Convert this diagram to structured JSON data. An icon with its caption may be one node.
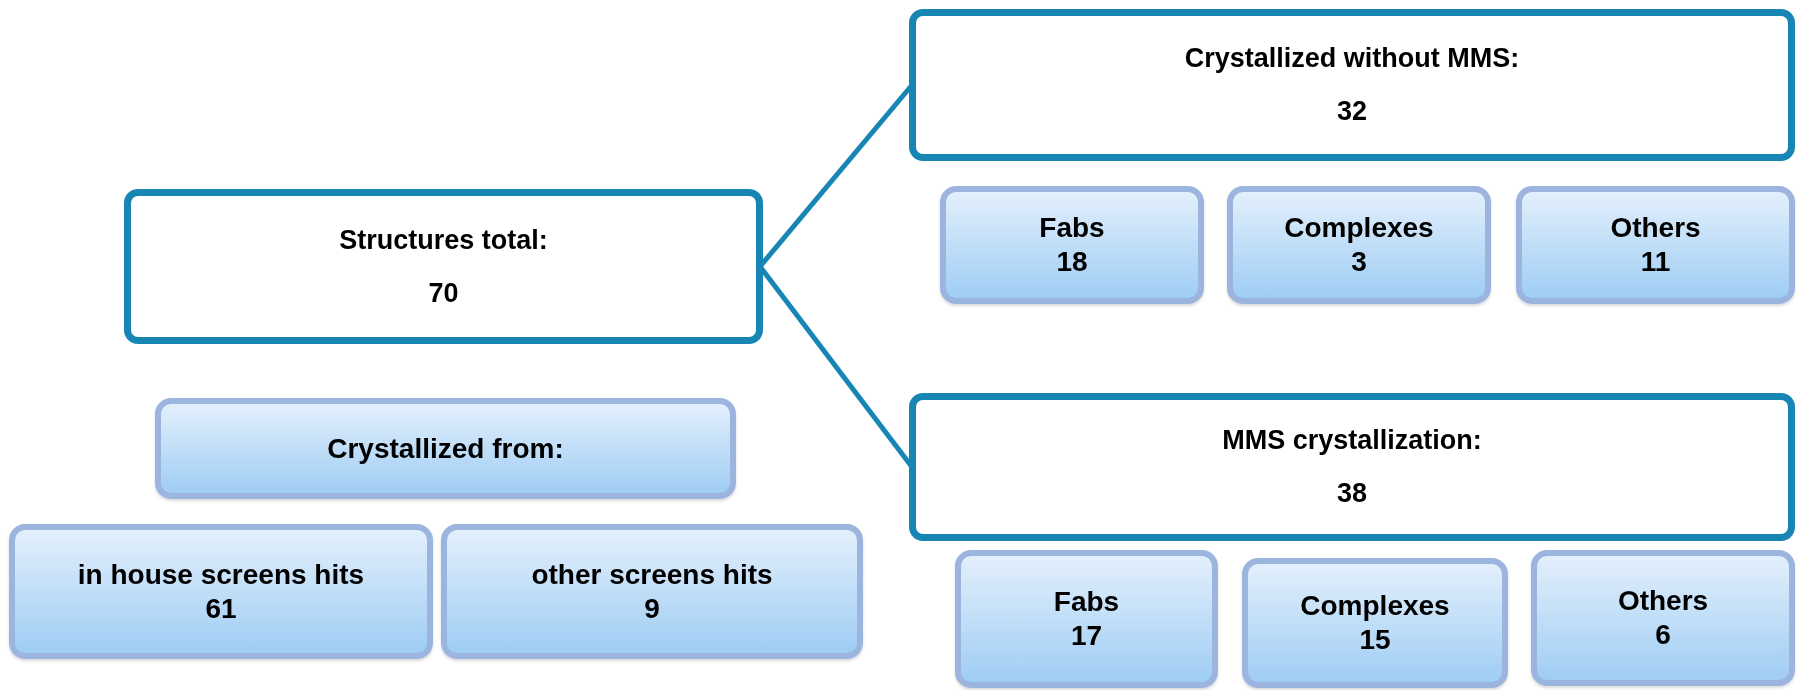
{
  "diagram": {
    "nodes": [
      {
        "text": [
          "Structures total:",
          "70"
        ]
      },
      {
        "text": [
          "Crystallized without MMS:",
          "32"
        ]
      },
      {
        "text": [
          "Fabs",
          "18"
        ]
      },
      {
        "text": [
          "Complexes",
          "3"
        ]
      },
      {
        "text": [
          "Others",
          "11"
        ]
      },
      {
        "text": [
          "MMS crystallization:",
          "38"
        ]
      },
      {
        "text": [
          "Fabs",
          "17"
        ]
      },
      {
        "text": [
          "Complexes",
          "15"
        ]
      },
      {
        "text": [
          "Others",
          "6"
        ]
      },
      {
        "text": [
          "Crystallized from:"
        ]
      },
      {
        "text": [
          "in house screens hits",
          "61"
        ]
      },
      {
        "text": [
          "other screens hits",
          "9"
        ]
      }
    ],
    "edges": [
      {
        "from": 0,
        "to": 1,
        "arrow": "none"
      },
      {
        "from": 0,
        "to": 5,
        "arrow": "none"
      }
    ]
  }
}
